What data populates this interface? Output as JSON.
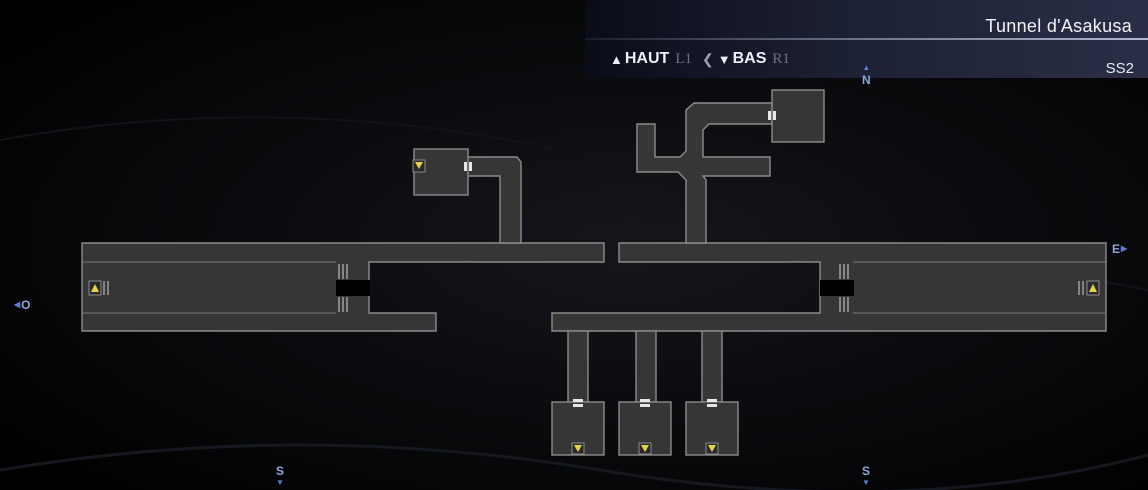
{
  "header": {
    "area_name": "Tunnel d'Asakusa",
    "floor": "SS2"
  },
  "floor_nav": {
    "up": {
      "label": "HAUT",
      "key": "L1"
    },
    "down": {
      "label": "BAS",
      "key": "R1"
    }
  },
  "compass": {
    "north": "N",
    "south": "S",
    "east": "E",
    "west": "O"
  },
  "map": {
    "colors": {
      "room_fill": "#363636",
      "room_border": "#8c8c8c",
      "door": "#e6e6e6",
      "stairs_marker": "#e8d24a"
    },
    "markers": {
      "stairs_up": "stairs-up-icon",
      "stairs_down": "stairs-down-icon",
      "door": "door-icon"
    }
  }
}
